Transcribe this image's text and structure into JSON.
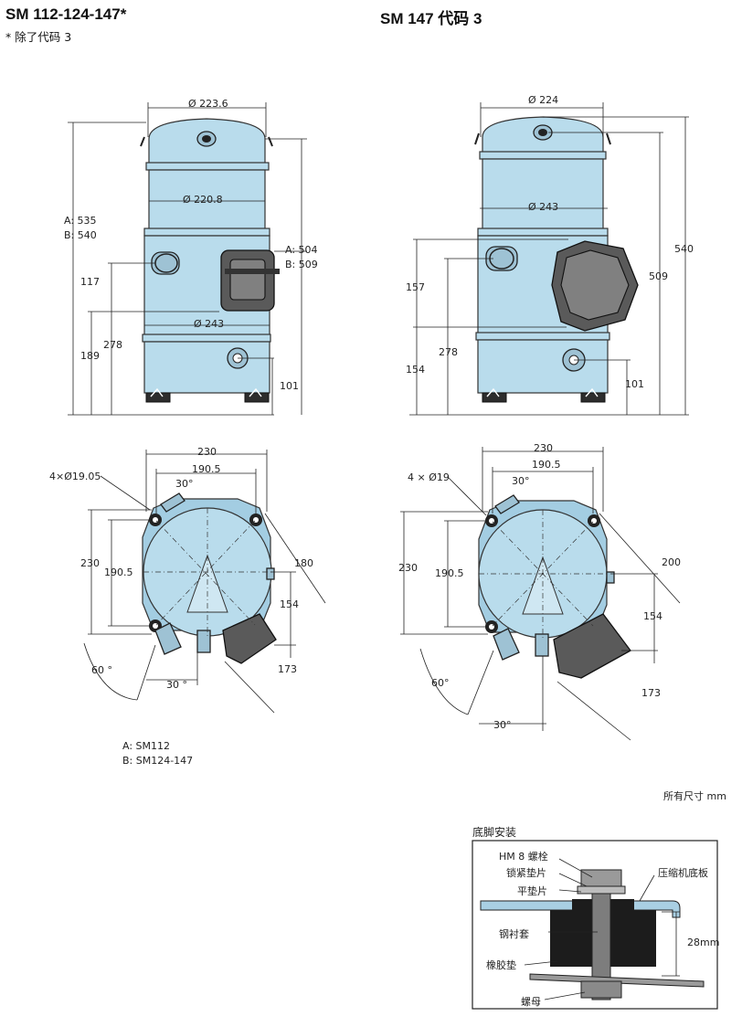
{
  "left_title": "SM 112-124-147*",
  "left_subtitle": "* 除了代码 3",
  "right_title": "SM 147 代码 3",
  "left_side": {
    "dia_top": "Ø 223.6",
    "dia_mid": "Ø 220.8",
    "dia_low": "Ø 243",
    "height_label_a": "A: 535",
    "height_label_b": "B: 540",
    "suction_label_a": "A: 504",
    "suction_label_b": "B: 509",
    "dim_117": "117",
    "dim_189": "189",
    "dim_278": "278",
    "dim_101": "101"
  },
  "right_side": {
    "dia_top": "Ø 224",
    "dia_mid": "Ø 243",
    "dim_540": "540",
    "dim_509": "509",
    "dim_157": "157",
    "dim_154": "154",
    "dim_278": "278",
    "dim_101": "101"
  },
  "left_top": {
    "dim_230_w": "230",
    "dim_1905_w": "190.5",
    "angle_30_top": "30°",
    "holes": "4×Ø19.05",
    "dim_230_h": "230",
    "dim_1905_h": "190.5",
    "dim_180": "180",
    "dim_154": "154",
    "dim_173": "173",
    "angle_60": "60 °",
    "angle_30_bot": "30 °"
  },
  "right_top": {
    "dim_230_w": "230",
    "dim_1905_w": "190.5",
    "angle_30_top": "30°",
    "holes": "4 × Ø19",
    "dim_230_h": "230",
    "dim_1905_h": "190.5",
    "dim_200": "200",
    "dim_154": "154",
    "dim_173": "173",
    "angle_60": "60°",
    "angle_30_bot": "30°"
  },
  "legend": {
    "a": "A: SM112",
    "b": "B: SM124-147"
  },
  "units_note": "所有尺寸 mm",
  "foot_mount": {
    "title": "底脚安装",
    "bolt": "HM 8 螺栓",
    "lock_washer": "锁紧垫片",
    "flat_washer": "平垫片",
    "steel_sleeve": "钢衬套",
    "rubber_pad": "橡胶垫",
    "nut": "螺母",
    "base_plate": "压缩机底板",
    "height": "28mm"
  }
}
